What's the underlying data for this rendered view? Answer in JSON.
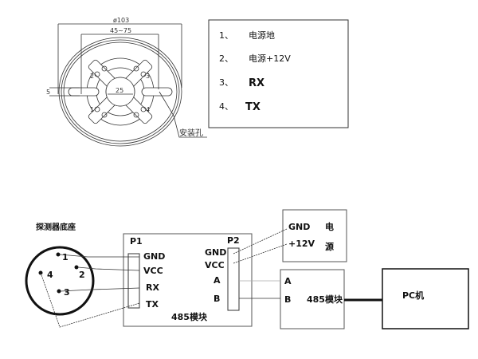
{
  "dimension_drawing": {
    "outer_diameter": "ø103",
    "hole_span": "45~75",
    "center_diameter": "25",
    "slot_width": "5",
    "pin_numbers": [
      "1",
      "2",
      "3",
      "4"
    ],
    "mount_hole_label": "安装孔"
  },
  "pin_legend": [
    {
      "num": "1、",
      "label": "电源地"
    },
    {
      "num": "2、",
      "label": "电源+12V"
    },
    {
      "num": "3、",
      "label": "RX"
    },
    {
      "num": "4、",
      "label": "TX"
    }
  ],
  "wiring": {
    "base_label": "探测器底座",
    "base_pins": [
      "1",
      "2",
      "3",
      "4"
    ],
    "module": {
      "title": "485模块",
      "p1": {
        "label": "P1",
        "pins": [
          "GND",
          "VCC",
          "RX",
          "TX"
        ]
      },
      "p2": {
        "label": "P2",
        "pins": [
          "GND",
          "VCC",
          "A",
          "B"
        ]
      }
    },
    "power": {
      "pins": [
        "GND",
        "+12V"
      ],
      "label_chars": [
        "电",
        "源"
      ]
    },
    "module485": {
      "title": "485模块",
      "pins": [
        "A",
        "B"
      ]
    },
    "pc": {
      "label": "PC机"
    }
  }
}
